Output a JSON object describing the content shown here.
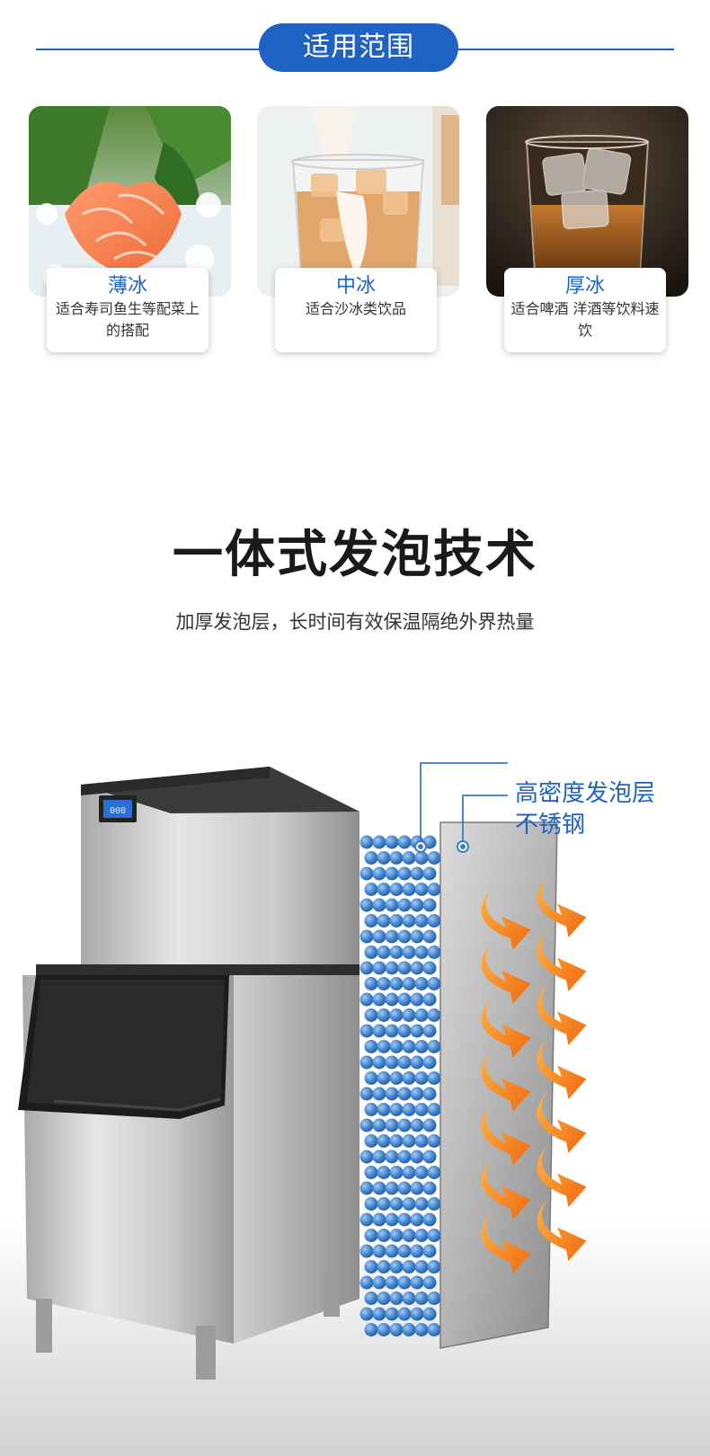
{
  "scope": {
    "title": "适用范围",
    "cards": [
      {
        "name": "薄冰",
        "desc": "适合寿司鱼生等配菜上的搭配",
        "photo": "salmon-sashimi-on-ice"
      },
      {
        "name": "中冰",
        "desc": "适合沙冰类饮品",
        "photo": "milk-tea-iced-drink"
      },
      {
        "name": "厚冰",
        "desc": "适合啤酒 洋酒等饮料速饮",
        "photo": "whiskey-on-ice"
      }
    ]
  },
  "foam": {
    "title": "一体式发泡技术",
    "subtitle": "加厚发泡层，长时间有效保温隔绝外界热量",
    "callouts": [
      "高密度发泡层",
      "不锈钢"
    ],
    "display_reading": "000"
  },
  "colors": {
    "accent": "#1e63c4",
    "foam_ball": "#4d8fd8",
    "heat_arrow": "#f07a1a"
  },
  "icons": [
    "heat-arrow-icon",
    "callout-dot-icon"
  ]
}
